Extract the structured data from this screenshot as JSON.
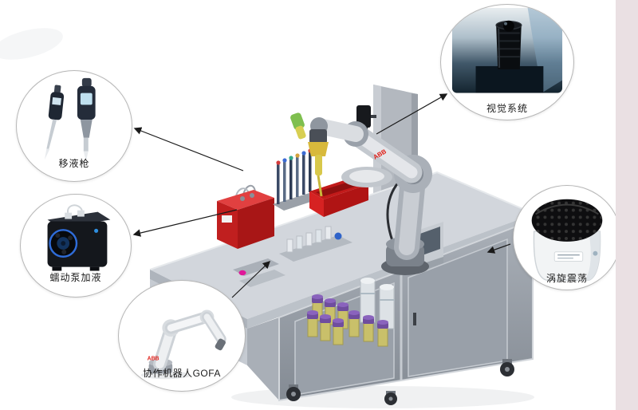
{
  "page": {
    "background": "#ffffff",
    "right_stripe_color": "#eae0e3"
  },
  "callouts": {
    "pipette": {
      "label": "移液枪"
    },
    "pump": {
      "label": "蠕动泵加液"
    },
    "gofa": {
      "label": "协作机器人GOFA"
    },
    "vision": {
      "label": "视觉系统"
    },
    "vortex": {
      "label": "涡旋震荡"
    }
  },
  "scene": {
    "robot_brand": "ABB"
  },
  "colors": {
    "machine_red": "#c81e1e",
    "vial_cap_purple": "#6f4d9e",
    "vial_body_yellow": "#c9c06a",
    "robot_gray": "#c3c8cf",
    "cart_gray": "#9aa1aa"
  }
}
